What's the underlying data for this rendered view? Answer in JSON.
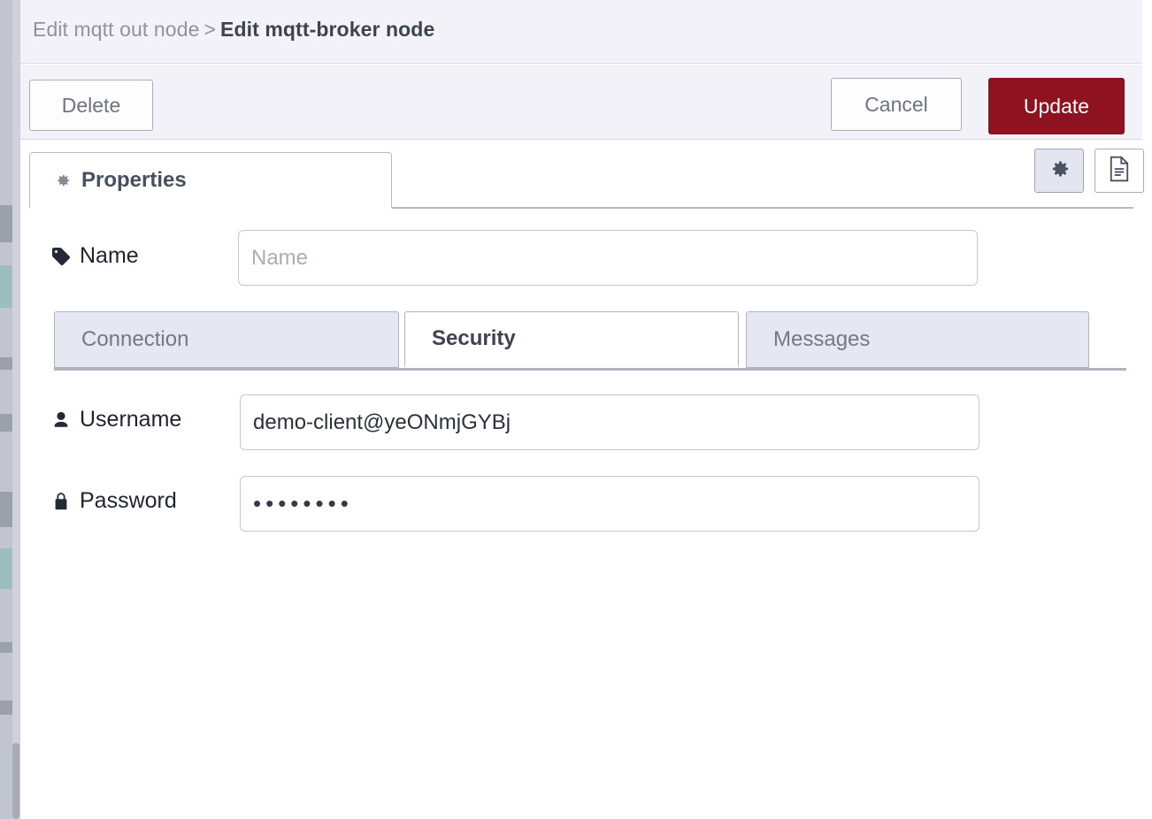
{
  "breadcrumb": {
    "parent": "Edit mqtt out node",
    "separator": ">",
    "current": "Edit mqtt-broker node"
  },
  "toolbar": {
    "delete_label": "Delete",
    "cancel_label": "Cancel",
    "update_label": "Update"
  },
  "tabs": {
    "properties_label": "Properties",
    "properties_icon": "gear-icon",
    "right_buttons": [
      {
        "name": "gear-icon",
        "active": true
      },
      {
        "name": "document-icon",
        "active": false
      }
    ]
  },
  "form": {
    "name": {
      "label": "Name",
      "icon": "tag-icon",
      "value": "",
      "placeholder": "Name"
    },
    "username": {
      "label": "Username",
      "icon": "user-icon",
      "value": "demo-client@yeONmjGYBj",
      "placeholder": ""
    },
    "password": {
      "label": "Password",
      "icon": "lock-icon",
      "masked_value": "••••••••",
      "placeholder": ""
    }
  },
  "subtabs": [
    {
      "label": "Connection",
      "active": false
    },
    {
      "label": "Security",
      "active": true
    },
    {
      "label": "Messages",
      "active": false
    }
  ],
  "colors": {
    "accent_update": "#8f1220",
    "header_bg": "#f2f2f8",
    "tab_inactive_bg": "#e5e8f3",
    "border": "#b0b4c0",
    "text_muted": "#8d93a0",
    "text_strong": "#3d4450"
  }
}
